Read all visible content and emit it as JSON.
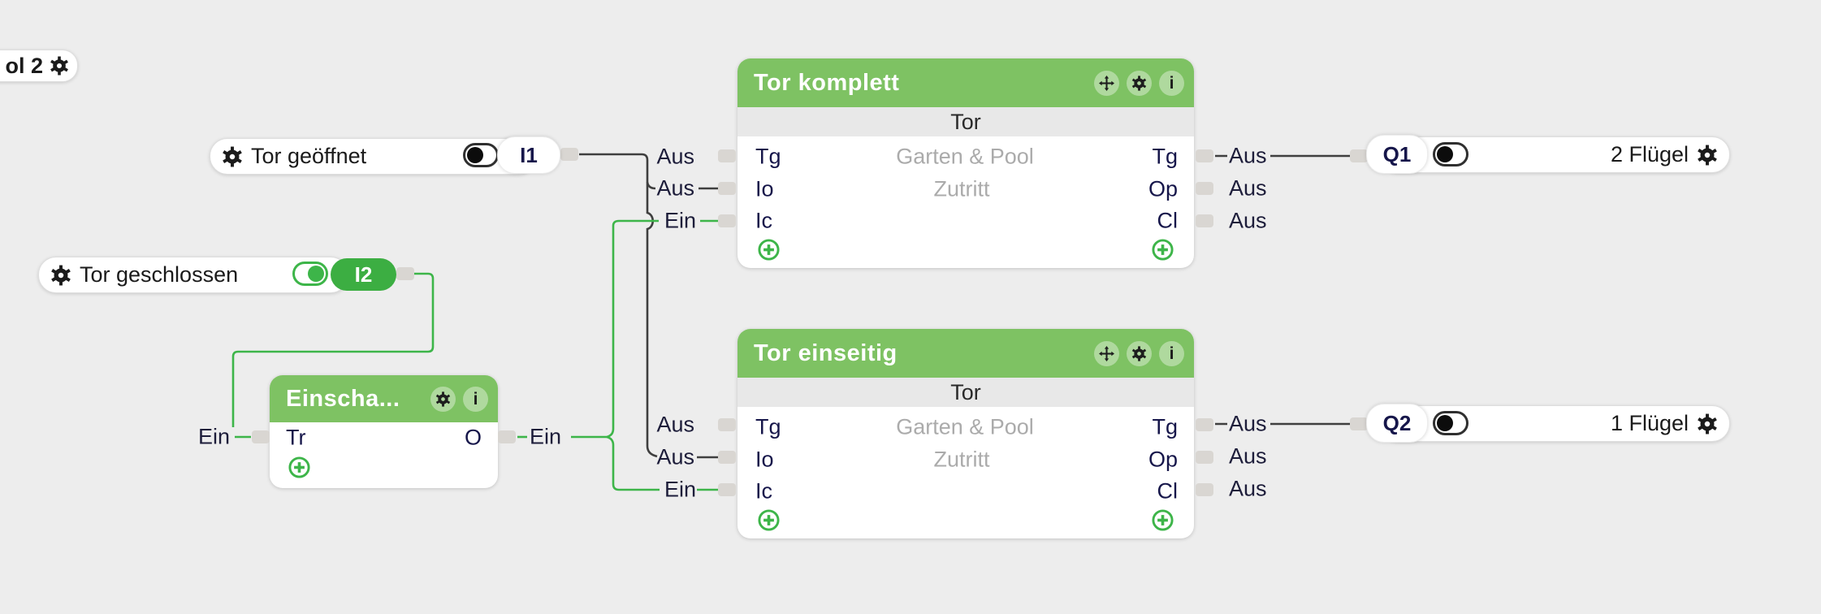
{
  "colors": {
    "canvas_bg": "#ededed",
    "block_green": "#7ec263",
    "wire_green": "#3db549",
    "wire_dark": "#3f3f3f",
    "active_pill_green": "#3cae42",
    "stub_gray": "#d9d6d2",
    "muted_text": "#ababab"
  },
  "corner_pill": {
    "label": "ol 2"
  },
  "inputs": [
    {
      "connector": "I1",
      "label": "Tor geöffnet",
      "state": "off"
    },
    {
      "connector": "I2",
      "label": "Tor geschlossen",
      "state": "on"
    }
  ],
  "timer_block": {
    "title": "Einscha...",
    "input": {
      "name": "Tr",
      "value": "Ein"
    },
    "output": {
      "name": "O",
      "value": "Ein"
    }
  },
  "function_blocks": [
    {
      "title": "Tor komplett",
      "type_label": "Tor",
      "location_line1": "Garten & Pool",
      "location_line2": "Zutritt",
      "inputs": [
        {
          "name": "Tg",
          "value": "Aus"
        },
        {
          "name": "Io",
          "value": "Aus"
        },
        {
          "name": "Ic",
          "value": "Ein"
        }
      ],
      "outputs": [
        {
          "name": "Tg",
          "value": "Aus"
        },
        {
          "name": "Op",
          "value": "Aus"
        },
        {
          "name": "Cl",
          "value": "Aus"
        }
      ]
    },
    {
      "title": "Tor einseitig",
      "type_label": "Tor",
      "location_line1": "Garten & Pool",
      "location_line2": "Zutritt",
      "inputs": [
        {
          "name": "Tg",
          "value": "Aus"
        },
        {
          "name": "Io",
          "value": "Aus"
        },
        {
          "name": "Ic",
          "value": "Ein"
        }
      ],
      "outputs": [
        {
          "name": "Tg",
          "value": "Aus"
        },
        {
          "name": "Op",
          "value": "Aus"
        },
        {
          "name": "Cl",
          "value": "Aus"
        }
      ]
    }
  ],
  "outputs": [
    {
      "connector": "Q1",
      "label": "2 Flügel",
      "state": "off"
    },
    {
      "connector": "Q2",
      "label": "1 Flügel",
      "state": "off"
    }
  ]
}
